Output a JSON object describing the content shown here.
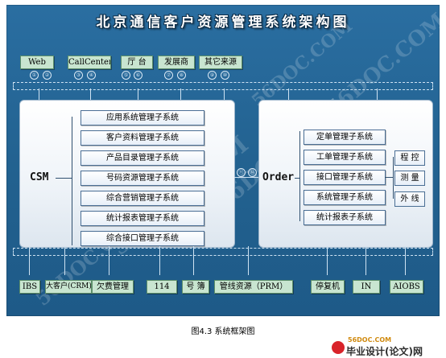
{
  "title": "北京通信客户资源管理系统架构图",
  "top_systems": [
    "Web",
    "CallCenter",
    "厅 台",
    "发展商",
    "其它来源"
  ],
  "top_numbers": [
    "①",
    "②",
    "③",
    "④",
    "⑤",
    "⑥",
    "⑦",
    "⑧",
    "⑨",
    "⑩"
  ],
  "csm": {
    "label": "CSM",
    "subsystems": [
      "应用系统管理子系统",
      "客户资料管理子系统",
      "产品目录管理子系统",
      "号码资源管理子系统",
      "综合营销管理子系统",
      "统计报表管理子系统",
      "综合接口管理子系统"
    ]
  },
  "order": {
    "label": "Order",
    "subsystems": [
      "定单管理子系统",
      "工单管理子系统",
      "接口管理子系统",
      "系统管理子系统",
      "统计报表子系统"
    ],
    "side_items": [
      "程 控",
      "测 量",
      "外 线"
    ]
  },
  "connector_numbers": [
    "⑪",
    "⑫"
  ],
  "bottom_systems": [
    "IBS",
    "大客户(CRM)",
    "欠费管理",
    "114",
    "号 簿",
    "管线资源（PRM）",
    "停复机",
    "IN",
    "AIOBS"
  ],
  "caption": "图4.3  系统框架图",
  "watermark": "56DOC.COM",
  "brand": {
    "site": "56DOC.COM",
    "name": "毕业设计(论文)网"
  }
}
